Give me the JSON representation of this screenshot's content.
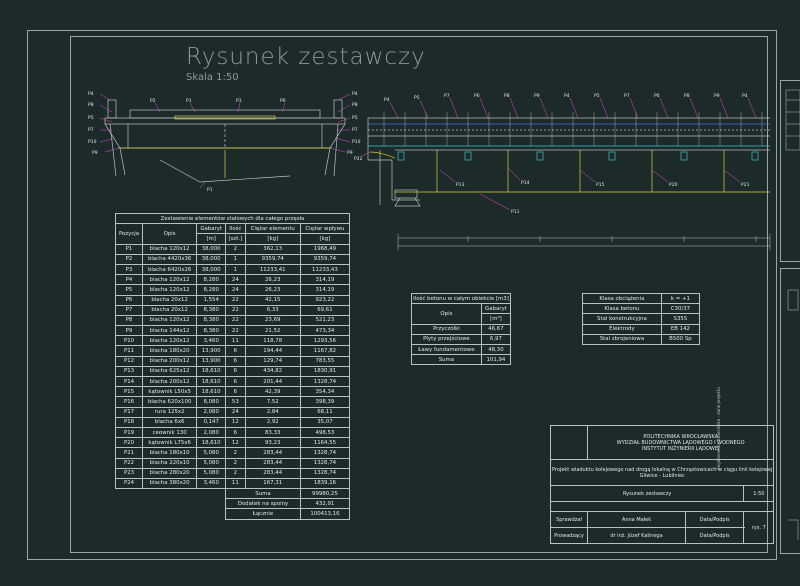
{
  "drawing": {
    "title": "Rysunek zestawczy",
    "scale": "Skala 1:50"
  },
  "steel_table": {
    "caption": "Zestawienie elementów stalowych dla całego przęsła",
    "headers": [
      "Pozycja",
      "Opis",
      "Gabaryt",
      "Ilość",
      "Ciężar elementu",
      "Ciężar wpływu"
    ],
    "units": [
      "[m]",
      "[szt.]",
      "[kg]",
      "[kg]"
    ],
    "rows": [
      [
        "P1",
        "blacha 120x12",
        "38,000",
        "2",
        "362,13",
        "1968,49"
      ],
      [
        "P2",
        "blacha 4420x36",
        "38,000",
        "1",
        "9359,74",
        "9359,74"
      ],
      [
        "P3",
        "blacha 6420x26",
        "38,000",
        "1",
        "11233,41",
        "11233,43"
      ],
      [
        "P4",
        "blacha 120x12",
        "8,280",
        "24",
        "26,23",
        "314,19"
      ],
      [
        "P5",
        "blacha 120x12",
        "8,280",
        "24",
        "26,23",
        "314,19"
      ],
      [
        "P6",
        "blacha 20x12",
        "1,554",
        "22",
        "42,15",
        "923,22"
      ],
      [
        "P7",
        "blacha 20x12",
        "8,380",
        "22",
        "6,33",
        "69,61"
      ],
      [
        "P8",
        "blacha 120x12",
        "8,380",
        "22",
        "23,69",
        "521,23"
      ],
      [
        "P9",
        "blacha 144x12",
        "8,380",
        "22",
        "21,52",
        "473,34"
      ],
      [
        "P10",
        "blacha 120x12",
        "3,460",
        "11",
        "118,78",
        "1293,56"
      ],
      [
        "P11",
        "blacha 180x20",
        "13,900",
        "6",
        "194,44",
        "1167,82"
      ],
      [
        "P12",
        "blacha 200x12",
        "13,900",
        "6",
        "129,74",
        "783,55"
      ],
      [
        "P13",
        "blacha 625x12",
        "18,610",
        "6",
        "434,82",
        "1830,91"
      ],
      [
        "P14",
        "blacha 200x12",
        "18,610",
        "6",
        "201,44",
        "1328,74"
      ],
      [
        "P15",
        "kątownik L50x5",
        "18,610",
        "6",
        "42,39",
        "354,34"
      ],
      [
        "P16",
        "blacha 620x100",
        "8,080",
        "53",
        "7,52",
        "398,39"
      ],
      [
        "P17",
        "rura 125x2",
        "2,080",
        "24",
        "2,84",
        "68,11"
      ],
      [
        "P18",
        "blacha 6x6",
        "0,147",
        "12",
        "2,92",
        "35,07"
      ],
      [
        "P19",
        "ceownik 130",
        "2,080",
        "6",
        "83,33",
        "498,53"
      ],
      [
        "P20",
        "kątownik L75x6",
        "18,610",
        "12",
        "93,23",
        "1164,55"
      ],
      [
        "P21",
        "blacha 180x10",
        "5,080",
        "2",
        "283,44",
        "1328,74"
      ],
      [
        "P22",
        "blacha 220x10",
        "5,080",
        "2",
        "283,44",
        "1328,74"
      ],
      [
        "P23",
        "blacha 280x20",
        "5,080",
        "2",
        "283,44",
        "1328,74"
      ],
      [
        "P24",
        "blacha 380x20",
        "3,460",
        "11",
        "167,31",
        "1839,16"
      ]
    ],
    "sum_label": "Suma",
    "sum_value": "99980,25",
    "extra_label": "Dodatek na spoiny",
    "extra_value": "432,91",
    "total_label": "Łącznie",
    "total_value": "100413,16"
  },
  "concrete_table": {
    "caption": "Ilość betonu w całym obiekcie [m3]",
    "headers": [
      "Opis",
      "Gabaryt"
    ],
    "unit": "[m³]",
    "rows": [
      [
        "Przyczółki",
        "46,67"
      ],
      [
        "Płyty przejściowe",
        "6,97"
      ],
      [
        "Ławy fundamentowe",
        "48,30"
      ],
      [
        "Suma",
        "101,94"
      ]
    ]
  },
  "materials_table": {
    "rows": [
      [
        "Klasa obciążenia",
        "k = +1"
      ],
      [
        "Klasa betonu",
        "C30/37"
      ],
      [
        "Stal konstrukcyjna",
        "S355"
      ],
      [
        "Elektrody",
        "EB 142"
      ],
      [
        "Stal zbrojeniowa",
        "B500 Sp"
      ]
    ]
  },
  "title_block": {
    "institution_lines": [
      "POLITECHNIKA WROCŁAWSKA",
      "WYDZIAŁ BUDOWNICTWA LĄDOWEGO I WODNEGO",
      "INSTYTUT INŻYNIERII LĄDOWEJ"
    ],
    "project_lines": [
      "Projekt wiaduktu kolejowego nad drogą lokalną w Chrząstowicach w ciągu linii kolejowej",
      "Gliwice - Lubliniec"
    ],
    "drawing_name": "Rysunek zestawczy",
    "drawing_scale": "1:50",
    "designer_label": "Sprawdzał",
    "designer_name": "Anna Małek",
    "checker_label": "Prowadzący",
    "checker_name": "dr inż. Józef Kalinega",
    "date_label": "Data/Podpis",
    "date_label2": "Data/Podpis",
    "sheet": "rys. 7"
  },
  "right_sheet": {
    "vertical_text": "Bogdanowska Kwiecińska - dane projektu"
  },
  "colors": {
    "background": "#1c2a2a",
    "line": "#b8c2c2",
    "magenta": "#e64ad6",
    "yellow": "#d8d23a",
    "blue": "#4a6ee6",
    "cyan": "#3ec7c7"
  }
}
